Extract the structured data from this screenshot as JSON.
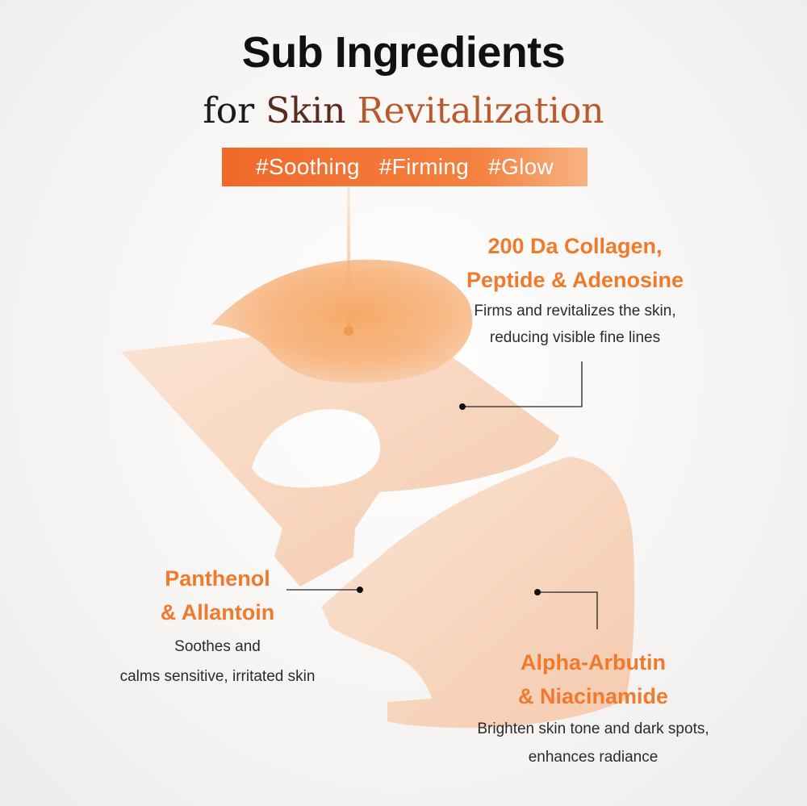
{
  "header": {
    "title": "Sub Ingredients",
    "subtitle_parts": [
      "for",
      "Skin",
      "Revitalization"
    ],
    "tags": [
      "#Soothing",
      "#Firming",
      "#Glow"
    ]
  },
  "callouts": [
    {
      "heading_lines": [
        "200 Da Collagen,",
        "Peptide & Adenosine"
      ],
      "description_lines": [
        "Firms and revitalizes the skin,",
        "reducing visible fine lines"
      ]
    },
    {
      "heading_lines": [
        "Panthenol",
        "& Allantoin"
      ],
      "description_lines": [
        "Soothes and",
        "calms sensitive, irritated skin"
      ]
    },
    {
      "heading_lines": [
        "Alpha-Arbutin",
        "& Niacinamide"
      ],
      "description_lines": [
        "Brighten skin tone and dark spots,",
        "enhances radiance"
      ]
    }
  ],
  "colors": {
    "accent": "#ef7a2c",
    "tag_bar": "#f0682a",
    "mask": "#f8d5bd",
    "serum": "#f6a664"
  }
}
